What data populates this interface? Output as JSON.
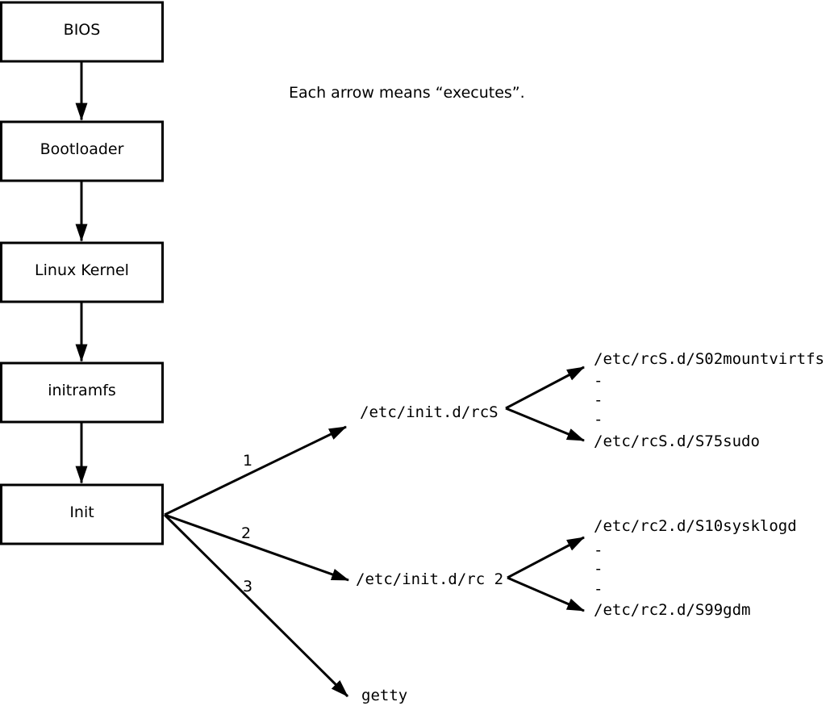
{
  "diagram": {
    "caption": "Each arrow means “executes”.",
    "boot_chain": [
      {
        "label": "BIOS"
      },
      {
        "label": "Bootloader"
      },
      {
        "label": "Linux Kernel"
      },
      {
        "label": "initramfs"
      },
      {
        "label": "Init"
      }
    ],
    "init_targets": [
      {
        "order": "1",
        "label": "/etc/init.d/rcS"
      },
      {
        "order": "2",
        "label": "/etc/init.d/rc 2"
      },
      {
        "order": "3",
        "label": "getty"
      }
    ],
    "rcS_entries": [
      {
        "label": "/etc/rcS.d/S02mountvirtfs"
      },
      {
        "label": "-"
      },
      {
        "label": "-"
      },
      {
        "label": "-"
      },
      {
        "label": "/etc/rcS.d/S75sudo"
      }
    ],
    "rc2_entries": [
      {
        "label": "/etc/rc2.d/S10sysklogd"
      },
      {
        "label": "-"
      },
      {
        "label": "-"
      },
      {
        "label": "-"
      },
      {
        "label": "/etc/rc2.d/S99gdm"
      }
    ],
    "colors": {
      "stroke": "#000000",
      "background": "#ffffff"
    }
  }
}
